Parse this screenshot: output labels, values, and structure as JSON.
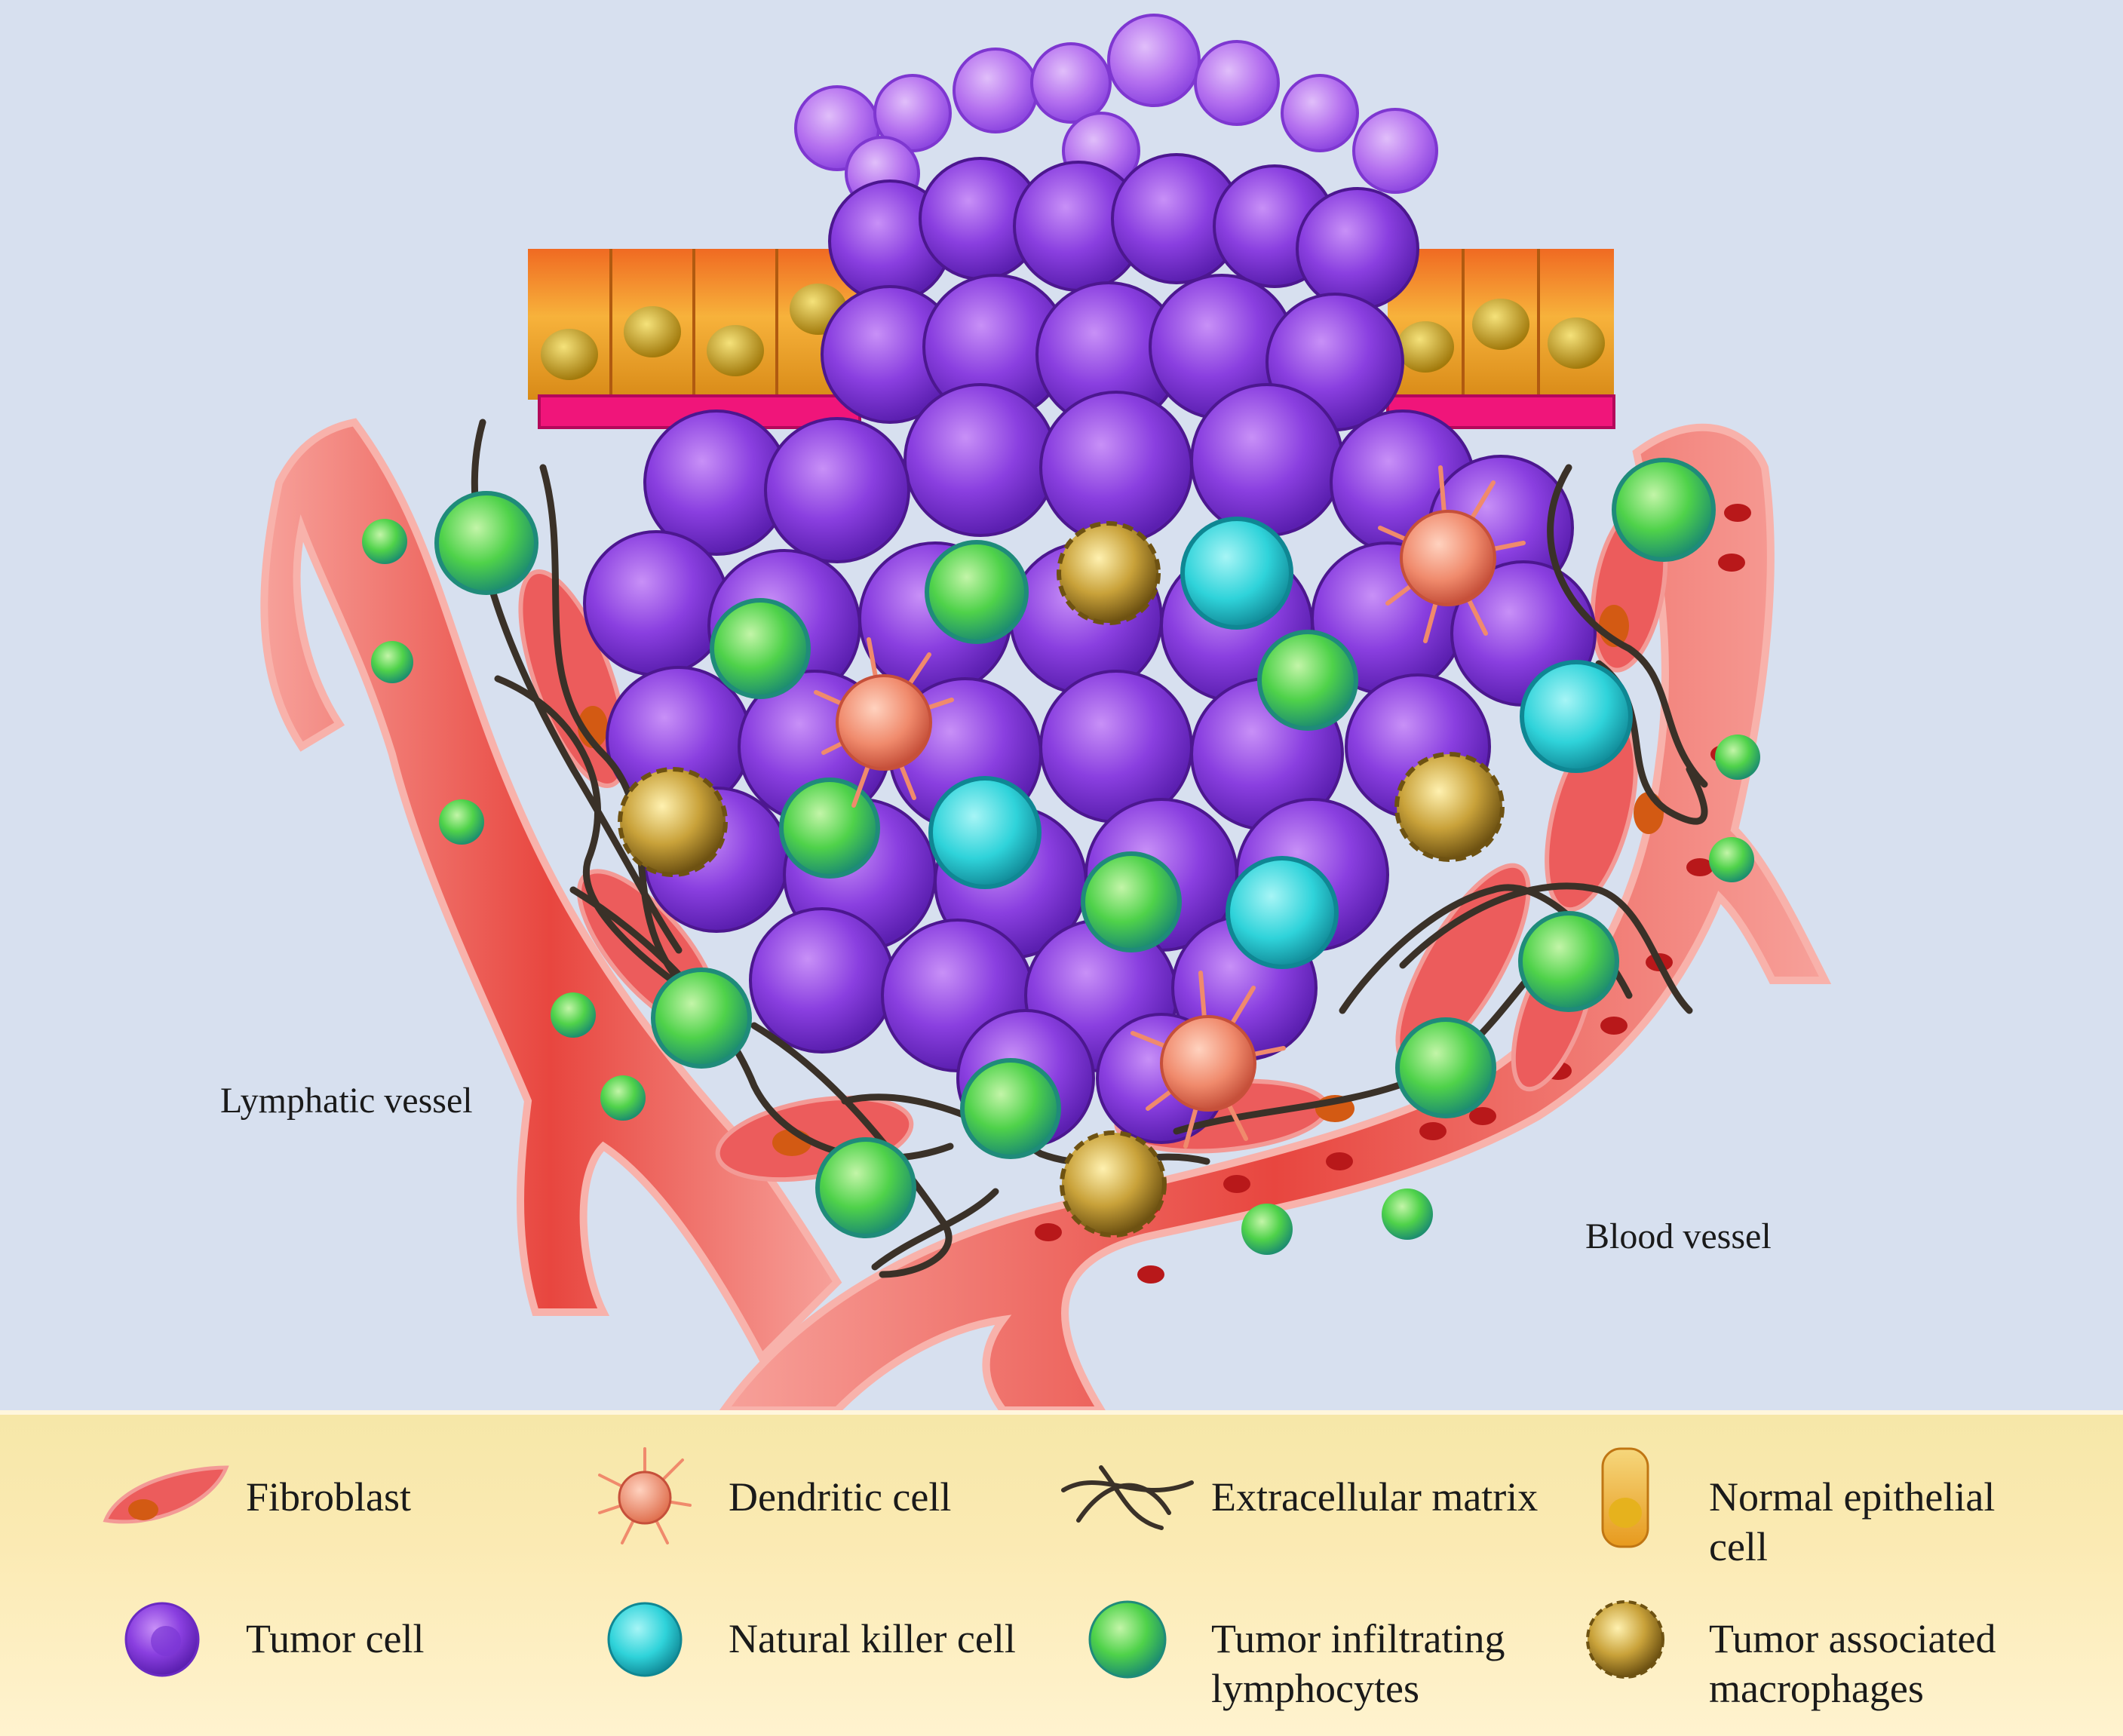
{
  "labels": {
    "lymphatic_vessel": "Lymphatic vessel",
    "blood_vessel": "Blood vessel"
  },
  "legend": {
    "items": [
      {
        "label": "Fibroblast",
        "icon": "fibroblast-icon"
      },
      {
        "label": "Dendritic cell",
        "icon": "dendritic-cell-icon"
      },
      {
        "label": "Extracellular matrix",
        "icon": "extracellular-matrix-icon"
      },
      {
        "label": "Normal epithelial cell",
        "icon": "epithelial-cell-icon"
      },
      {
        "label": "Tumor cell",
        "icon": "tumor-cell-icon"
      },
      {
        "label": "Natural killer cell",
        "icon": "nk-cell-icon"
      },
      {
        "label": "Tumor infiltrating lymphocytes",
        "icon": "til-icon"
      },
      {
        "label": "Tumor associated macrophages",
        "icon": "macrophage-icon"
      }
    ]
  },
  "colors": {
    "background": "#d7e0ef",
    "legend_band": "#fbeab3",
    "tumor": "#8a3fe0",
    "tumor_light": "#b46cf0",
    "vessel": "#ee5a55",
    "vessel_light": "#f7a19a",
    "nk": "#2fd3da",
    "til": "#4fd24a",
    "dendritic": "#f08a6c",
    "macrophage": "#c9a23a",
    "epithelial": "#f09a2b",
    "basement": "#f0157a",
    "matrix": "#3a3128"
  }
}
